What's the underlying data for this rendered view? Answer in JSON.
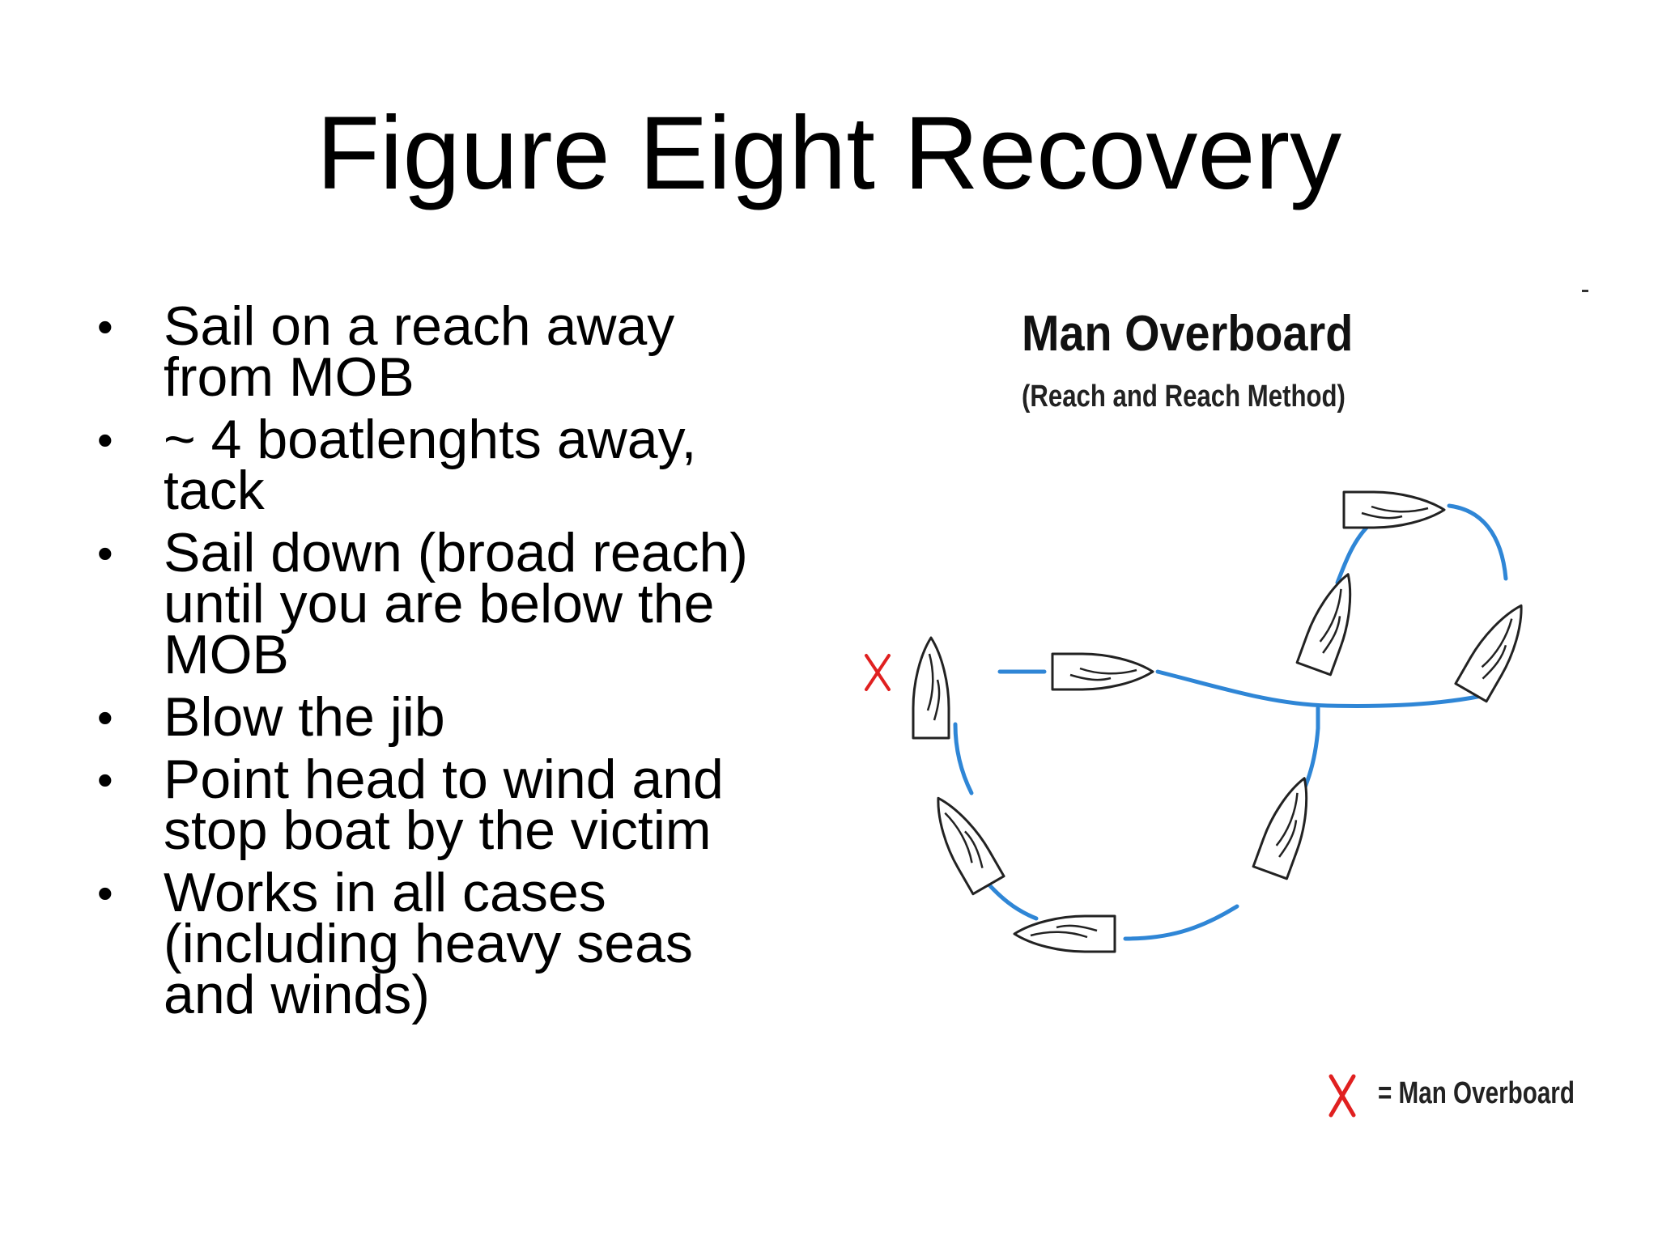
{
  "slide": {
    "title": "Figure Eight Recovery",
    "bullets": [
      [
        "Sail on a reach away",
        "from MOB"
      ],
      [
        "~ 4 boatlenghts away,",
        "tack"
      ],
      [
        "Sail down (broad reach)",
        "until you are below the",
        "MOB"
      ],
      [
        "Blow the jib"
      ],
      [
        "Point head to wind and",
        "stop boat by the victim"
      ],
      [
        "Works in all cases",
        "(including heavy seas",
        "and winds)"
      ]
    ],
    "bullet_glyph": "•"
  },
  "diagram": {
    "title": "Man Overboard",
    "subtitle": "(Reach and Reach Method)",
    "mob_marker": "X",
    "legend_text": "= Man Overboard",
    "colors": {
      "path": "#2f86d6",
      "mob": "#e02020",
      "boat": "#222222"
    },
    "icons": [
      "sailboat-icon",
      "mob-x-icon"
    ]
  }
}
